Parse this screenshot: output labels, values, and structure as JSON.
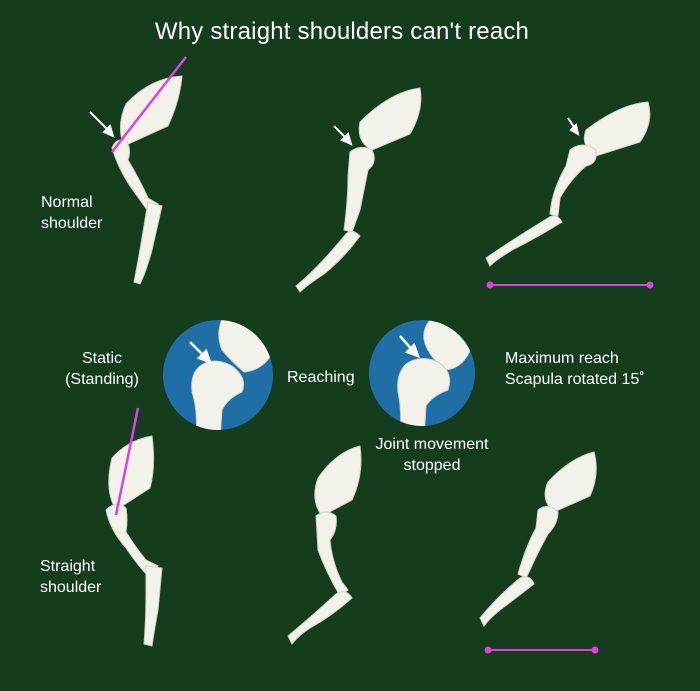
{
  "title": "Why straight shoulders can't reach",
  "labels": {
    "normal_shoulder": [
      "Normal",
      "shoulder"
    ],
    "straight_shoulder": [
      "Straight",
      "shoulder"
    ],
    "static": [
      "Static",
      "(Standing)"
    ],
    "reaching": "Reaching",
    "maximum_reach": [
      "Maximum reach",
      "Scapula rotated 15˚"
    ],
    "joint_movement": [
      "Joint movement",
      "stopped"
    ]
  },
  "colors": {
    "background": "#163c1e",
    "bone": "#f2f2ea",
    "bone_shade": "#d6d6c8",
    "magenta": "#e040e0",
    "circle": "#1f6fa6",
    "arrow": "#ffffff"
  }
}
